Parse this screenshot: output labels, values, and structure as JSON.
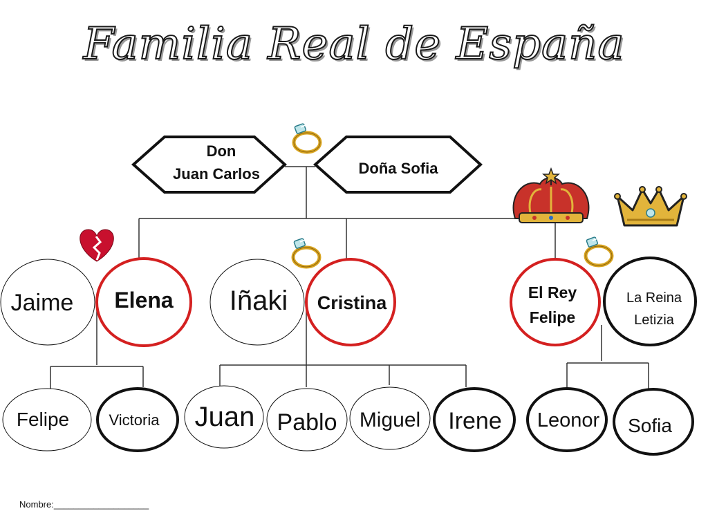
{
  "title": "Familia Real de España",
  "footer": {
    "nombre": "Nombre:___________________"
  },
  "colors": {
    "red_outline": "#d42020",
    "black_outline": "#111111",
    "line": "#333333",
    "heart": "#c8102e",
    "crown_red": "#c8322a",
    "crown_gold": "#e2b43b"
  },
  "icons": {
    "ring": "ring-icon",
    "broken_heart": "broken-heart-icon",
    "red_crown": "red-crown-icon",
    "gold_crown": "gold-crown-icon"
  },
  "people": {
    "don_juan_carlos_line1": "Don",
    "don_juan_carlos_line2": "Juan Carlos",
    "dona_sofia": "Doña Sofia",
    "jaime": "Jaime",
    "elena": "Elena",
    "inaki": "Iñaki",
    "cristina": "Cristina",
    "el_rey_line1": "El Rey",
    "el_rey_line2": "Felipe",
    "la_reina_line1": "La Reina",
    "la_reina_line2": "Letizia",
    "felipe": "Felipe",
    "victoria": "Victoria",
    "juan": "Juan",
    "pablo": "Pablo",
    "miguel": "Miguel",
    "irene": "Irene",
    "leonor": "Leonor",
    "sofia": "Sofia"
  }
}
